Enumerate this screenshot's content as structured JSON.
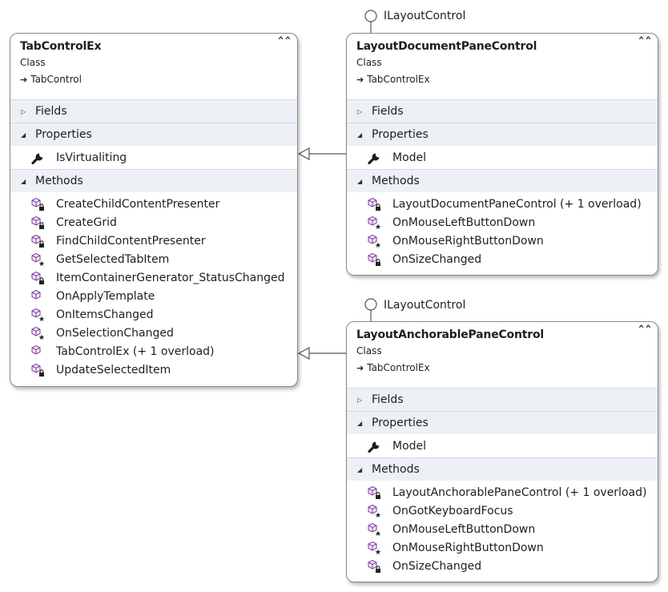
{
  "colors": {
    "border": "#8a8a8a",
    "section_bg": "#edf1f6",
    "method_icon": "#7a3a9a"
  },
  "classes": [
    {
      "name": "TabControlEx",
      "stereotype": "Class",
      "base": "TabControl",
      "sections": [
        {
          "label": "Fields",
          "expanded": false,
          "members": []
        },
        {
          "label": "Properties",
          "expanded": true,
          "members": [
            {
              "label": "IsVirtualiting",
              "icon": "wrench-icon"
            }
          ]
        },
        {
          "label": "Methods",
          "expanded": true,
          "members": [
            {
              "label": "CreateChildContentPresenter",
              "icon": "private-method-icon"
            },
            {
              "label": "CreateGrid",
              "icon": "private-method-icon"
            },
            {
              "label": "FindChildContentPresenter",
              "icon": "private-method-icon"
            },
            {
              "label": "GetSelectedTabItem",
              "icon": "protected-method-icon"
            },
            {
              "label": "ItemContainerGenerator_StatusChanged",
              "icon": "private-method-icon"
            },
            {
              "label": "OnApplyTemplate",
              "icon": "public-method-icon"
            },
            {
              "label": "OnItemsChanged",
              "icon": "protected-method-icon"
            },
            {
              "label": "OnSelectionChanged",
              "icon": "protected-method-icon"
            },
            {
              "label": "TabControlEx (+ 1 overload)",
              "icon": "public-method-icon"
            },
            {
              "label": "UpdateSelectedItem",
              "icon": "private-method-icon"
            }
          ]
        }
      ]
    },
    {
      "name": "LayoutDocumentPaneControl",
      "stereotype": "Class",
      "base": "TabControlEx",
      "interface": "ILayoutControl",
      "sections": [
        {
          "label": "Fields",
          "expanded": false,
          "members": []
        },
        {
          "label": "Properties",
          "expanded": true,
          "members": [
            {
              "label": "Model",
              "icon": "wrench-icon"
            }
          ]
        },
        {
          "label": "Methods",
          "expanded": true,
          "members": [
            {
              "label": "LayoutDocumentPaneControl (+ 1 overload)",
              "icon": "private-method-icon"
            },
            {
              "label": "OnMouseLeftButtonDown",
              "icon": "protected-method-icon"
            },
            {
              "label": "OnMouseRightButtonDown",
              "icon": "protected-method-icon"
            },
            {
              "label": "OnSizeChanged",
              "icon": "private-method-icon"
            }
          ]
        }
      ]
    },
    {
      "name": "LayoutAnchorablePaneControl",
      "stereotype": "Class",
      "base": "TabControlEx",
      "interface": "ILayoutControl",
      "sections": [
        {
          "label": "Fields",
          "expanded": false,
          "members": []
        },
        {
          "label": "Properties",
          "expanded": true,
          "members": [
            {
              "label": "Model",
              "icon": "wrench-icon"
            }
          ]
        },
        {
          "label": "Methods",
          "expanded": true,
          "members": [
            {
              "label": "LayoutAnchorablePaneControl (+ 1 overload)",
              "icon": "private-method-icon"
            },
            {
              "label": "OnGotKeyboardFocus",
              "icon": "protected-method-icon"
            },
            {
              "label": "OnMouseLeftButtonDown",
              "icon": "protected-method-icon"
            },
            {
              "label": "OnMouseRightButtonDown",
              "icon": "protected-method-icon"
            },
            {
              "label": "OnSizeChanged",
              "icon": "private-method-icon"
            }
          ]
        }
      ]
    }
  ]
}
